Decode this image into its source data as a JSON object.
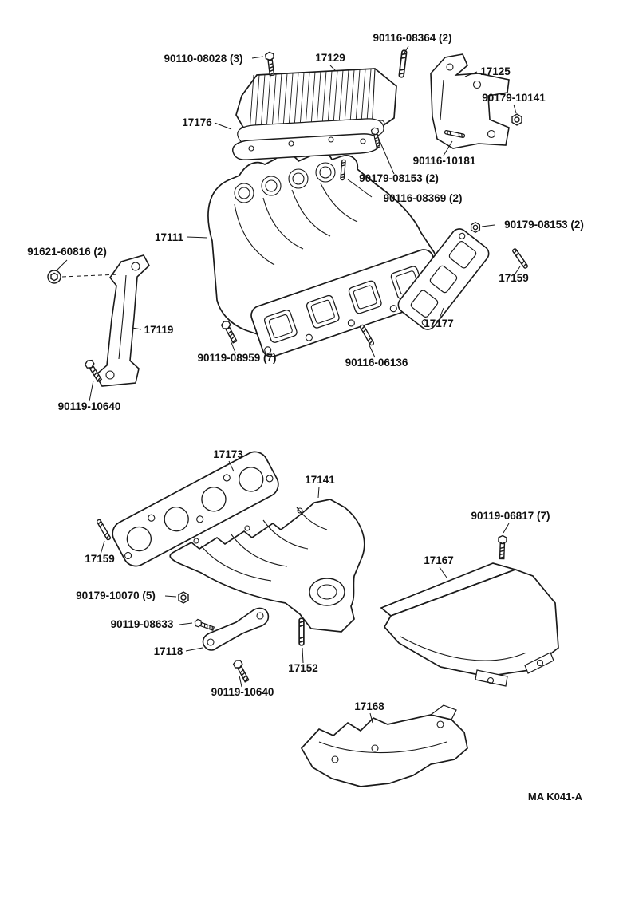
{
  "diagram": {
    "code": "MA K041-A",
    "line_color": "#1a1a1a",
    "background": "#ffffff",
    "icons": {
      "bolt": "hex-head-bolt-icon",
      "stud": "threaded-stud-icon",
      "nut": "hex-nut-icon",
      "washer_bolt": "washer-head-bolt-icon"
    },
    "labels": [
      {
        "id": "90116-08364",
        "text": "90116-08364 (2)"
      },
      {
        "id": "90110-08028",
        "text": "90110-08028 (3)"
      },
      {
        "id": "17129",
        "text": "17129"
      },
      {
        "id": "17125",
        "text": "17125"
      },
      {
        "id": "90179-10141",
        "text": "90179-10141"
      },
      {
        "id": "17176",
        "text": "17176"
      },
      {
        "id": "90116-10181",
        "text": "90116-10181"
      },
      {
        "id": "90179-08153-a",
        "text": "90179-08153 (2)"
      },
      {
        "id": "90116-08369",
        "text": "90116-08369 (2)"
      },
      {
        "id": "90179-08153-b",
        "text": "90179-08153 (2)"
      },
      {
        "id": "17111",
        "text": "17111"
      },
      {
        "id": "91621-60816",
        "text": "91621-60816 (2)"
      },
      {
        "id": "17159-a",
        "text": "17159"
      },
      {
        "id": "17177",
        "text": "17177"
      },
      {
        "id": "17119",
        "text": "17119"
      },
      {
        "id": "90119-08959",
        "text": "90119-08959 (7)"
      },
      {
        "id": "90116-06136",
        "text": "90116-06136"
      },
      {
        "id": "90119-10640-a",
        "text": "90119-10640"
      },
      {
        "id": "17173",
        "text": "17173"
      },
      {
        "id": "17141",
        "text": "17141"
      },
      {
        "id": "90119-06817",
        "text": "90119-06817 (7)"
      },
      {
        "id": "17167",
        "text": "17167"
      },
      {
        "id": "17159-b",
        "text": "17159"
      },
      {
        "id": "90179-10070",
        "text": "90179-10070 (5)"
      },
      {
        "id": "90119-08633",
        "text": "90119-08633"
      },
      {
        "id": "17118",
        "text": "17118"
      },
      {
        "id": "17152",
        "text": "17152"
      },
      {
        "id": "90119-10640-b",
        "text": "90119-10640"
      },
      {
        "id": "17168",
        "text": "17168"
      }
    ]
  }
}
